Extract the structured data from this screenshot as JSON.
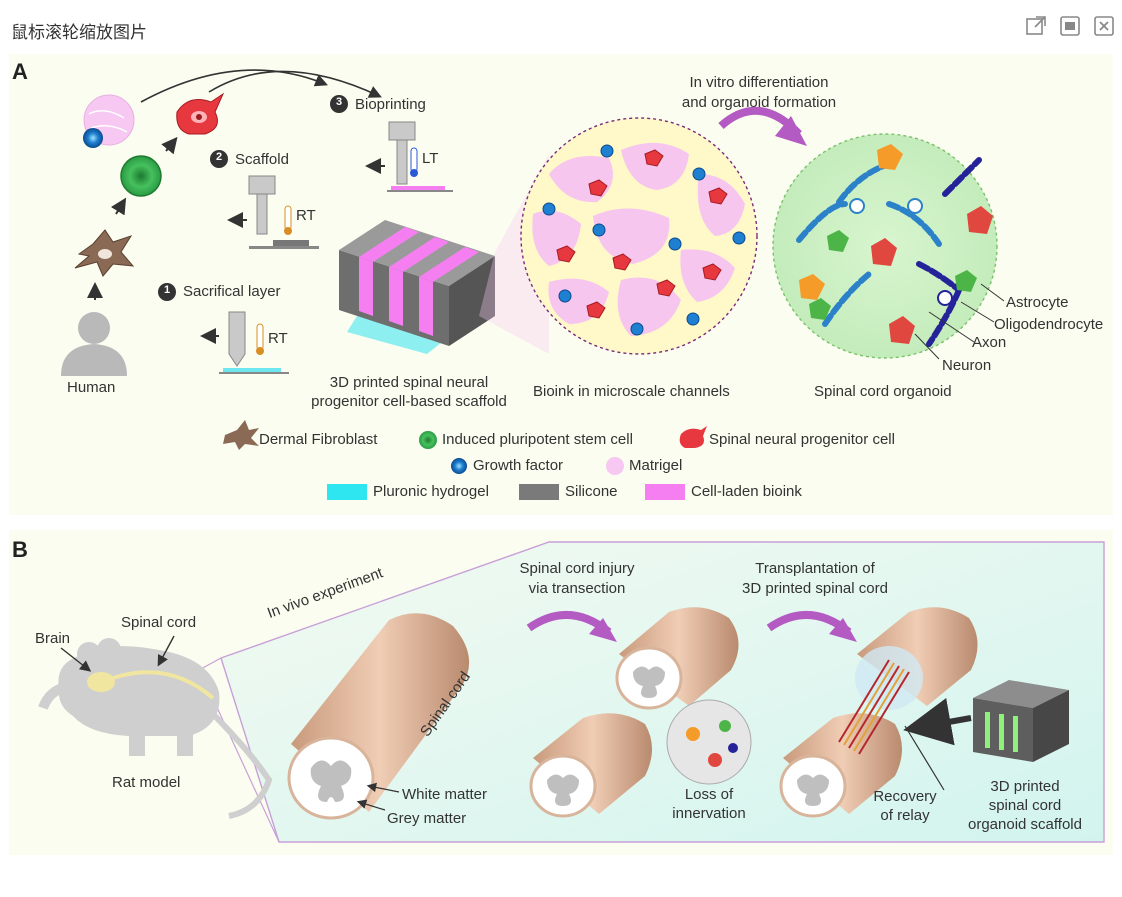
{
  "window": {
    "title": "鼠标滚轮缩放图片",
    "buttons": [
      {
        "name": "open-external-icon"
      },
      {
        "name": "fit-screen-icon"
      },
      {
        "name": "close-icon"
      }
    ]
  },
  "panel_a": {
    "label": "A",
    "human": "Human",
    "steps": {
      "sacrificial": "Sacrifical layer",
      "scaffold": "Scaffold",
      "bioprinting": "Bioprinting",
      "n1": "1",
      "n2": "2",
      "n3": "3"
    },
    "temps": {
      "rt1": "RT",
      "rt2": "RT",
      "lt": "LT"
    },
    "differentiation": [
      "In vitro differentiation",
      "and organoid formation"
    ],
    "scaffold_caption": [
      "3D printed spinal neural",
      "progenitor cell-based scaffold"
    ],
    "bioink_caption": "Bioink in microscale channels",
    "organoid_caption": "Spinal cord organoid",
    "organoid_labels": {
      "astrocyte": "Astrocyte",
      "oligodendrocyte": "Oligodendrocyte",
      "axon": "Axon",
      "neuron": "Neuron"
    },
    "legend": {
      "fibroblast": "Dermal Fibroblast",
      "ipsc": "Induced pluripotent stem cell",
      "spnpc": "Spinal neural progenitor cell",
      "growth": "Growth factor",
      "matrigel": "Matrigel",
      "pluronic": "Pluronic hydrogel",
      "silicone": "Silicone",
      "bioink": "Cell-laden bioink"
    },
    "colors": {
      "pluronic": "#2ee6ef",
      "silicone": "#7a7a7a",
      "bioink": "#f57ff0",
      "matrigel": "#f6c8f2"
    }
  },
  "panel_b": {
    "label": "B",
    "rat_model": "Rat model",
    "brain": "Brain",
    "spinal_cord": "Spinal cord",
    "in_vivo": "In vivo experiment",
    "cord_label": "Spinal cord",
    "white_matter": "White matter",
    "grey_matter": "Grey matter",
    "injury": [
      "Spinal cord injury",
      "via transection"
    ],
    "transplant": [
      "Transplantation of",
      "3D printed spinal cord"
    ],
    "loss": [
      "Loss of",
      "innervation"
    ],
    "recovery": [
      "Recovery",
      "of relay"
    ],
    "scaffold": [
      "3D printed",
      "spinal cord",
      "organoid scaffold"
    ]
  }
}
